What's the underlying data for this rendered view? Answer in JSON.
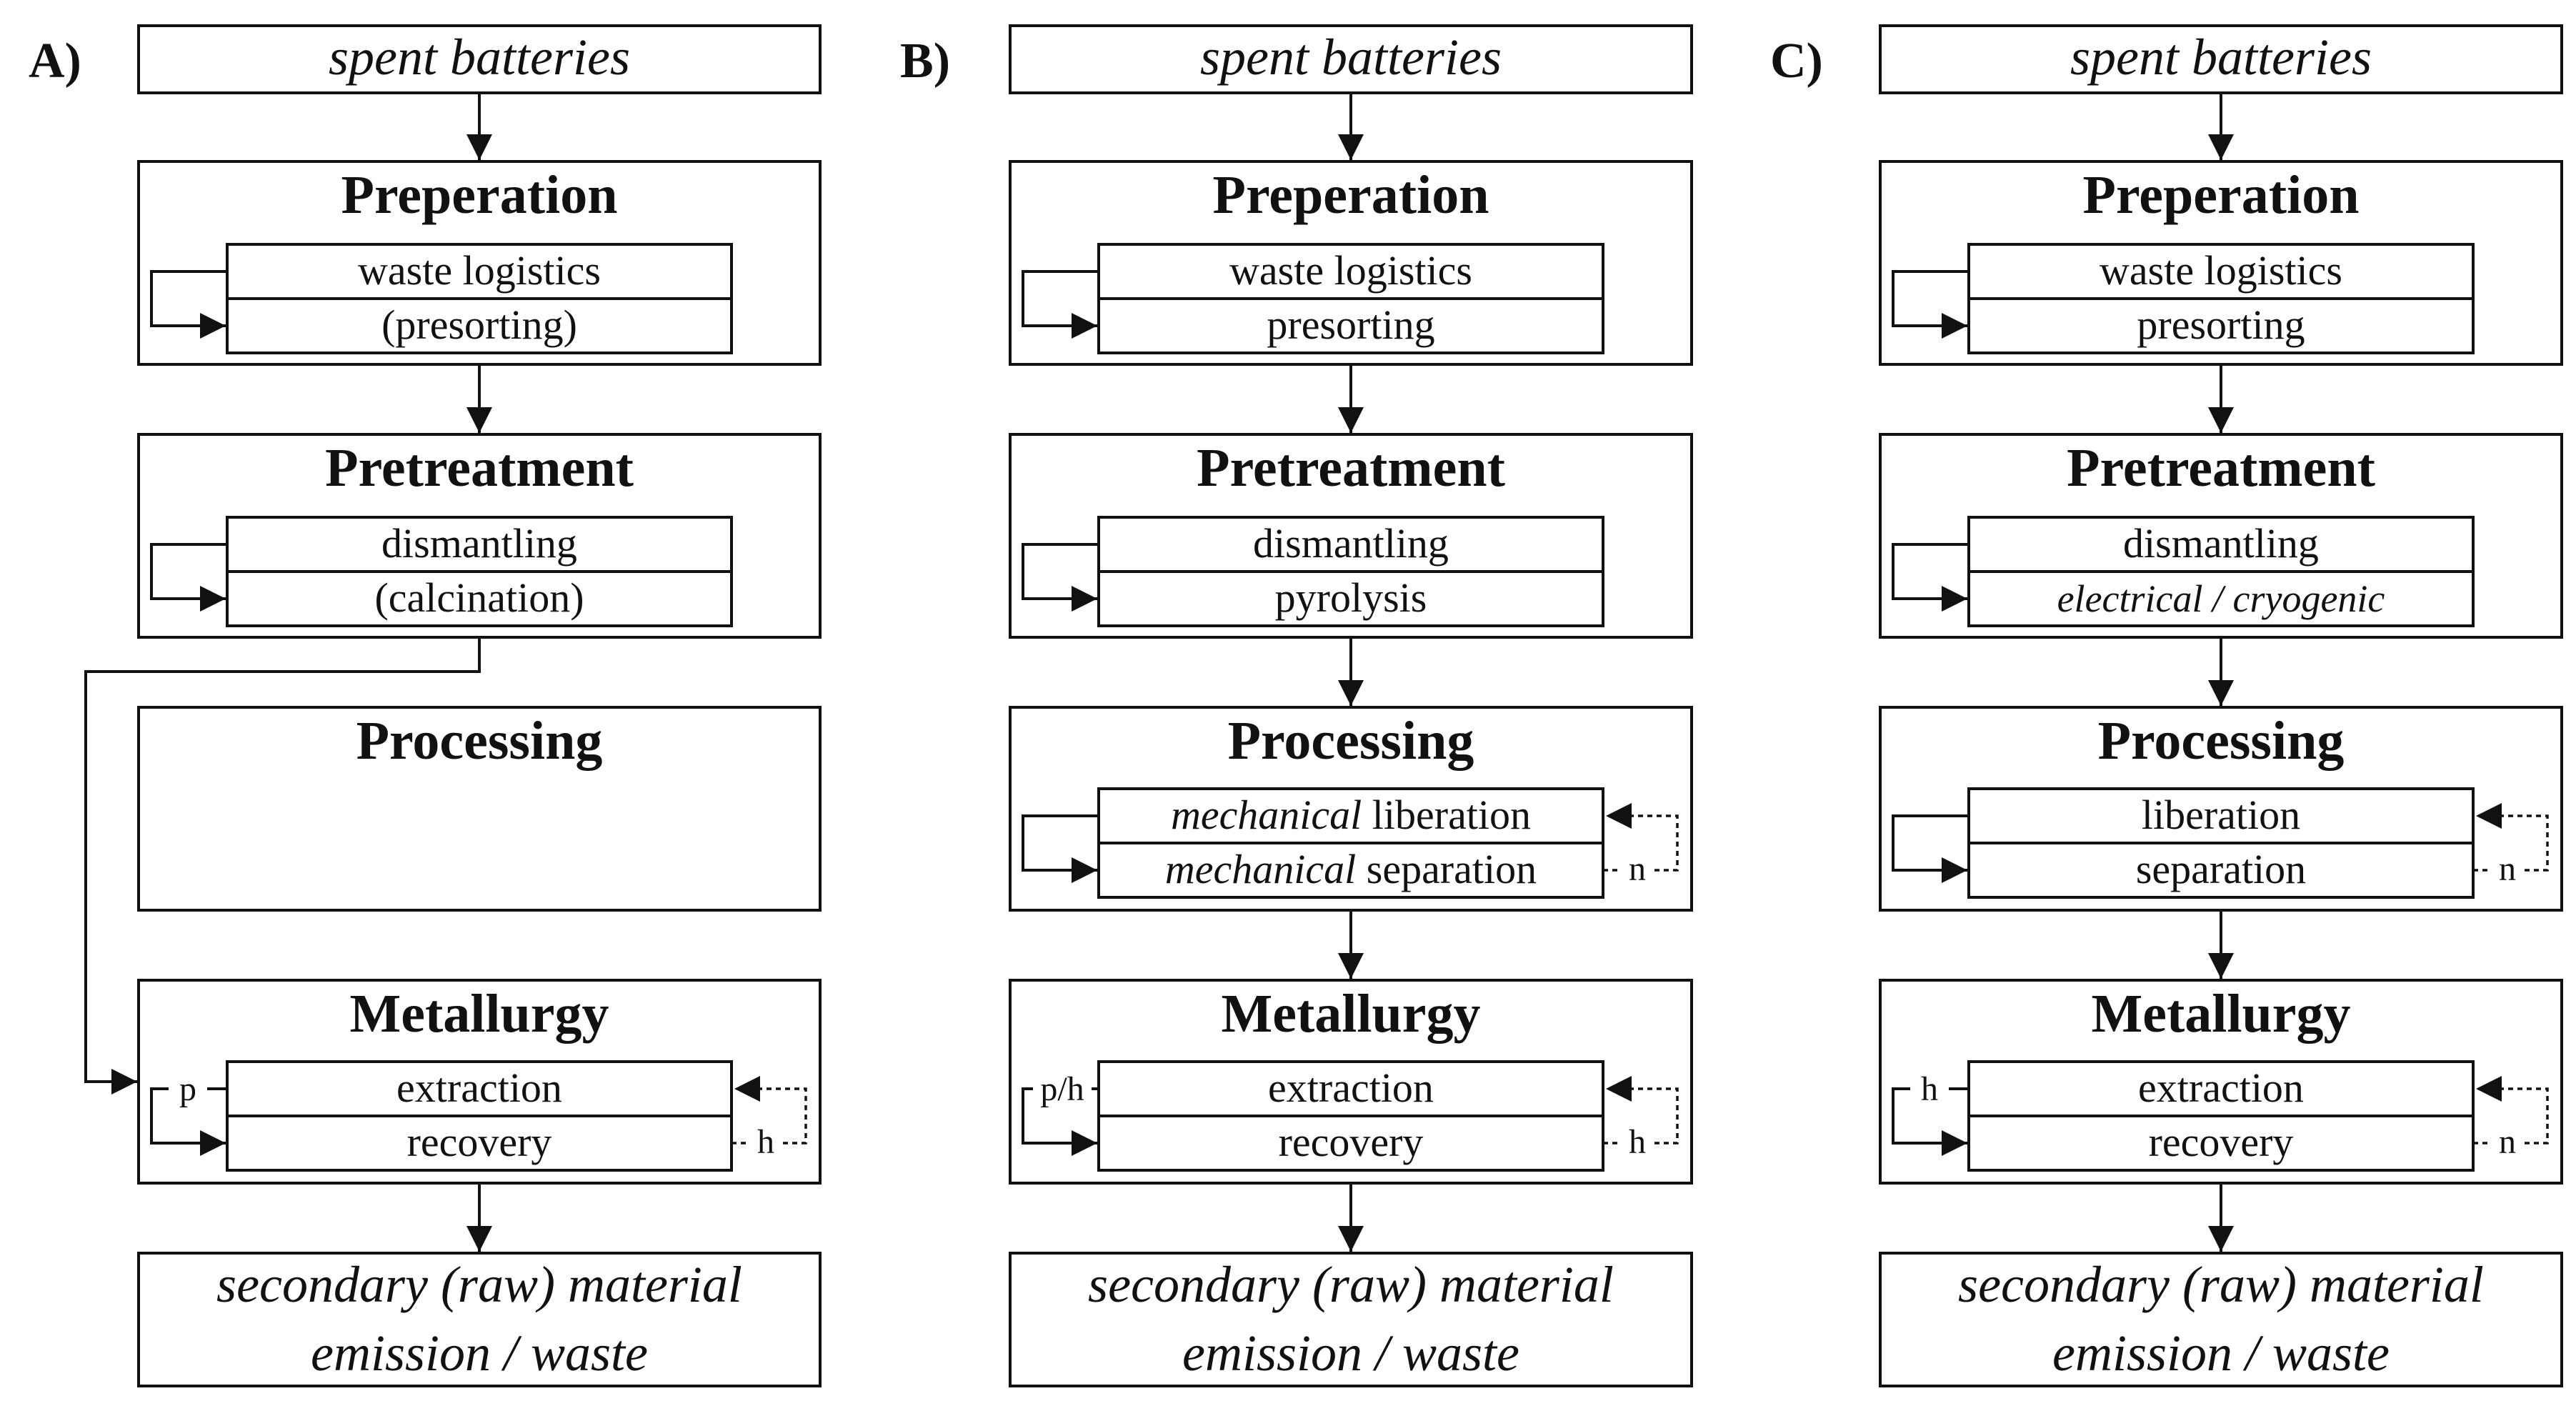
{
  "panels": [
    {
      "id": "A",
      "label": "A)",
      "input": "spent batteries",
      "preparation": {
        "title": "Preperation",
        "step1": "waste logistics",
        "step2": "(presorting)"
      },
      "pretreatment": {
        "title": "Pretreatment",
        "step1": "dismantling",
        "step2": "(calcination)"
      },
      "processing": {
        "title": "Processing"
      },
      "metallurgy": {
        "title": "Metallurgy",
        "step1": "extraction",
        "step2": "recovery",
        "loop_tag": "p",
        "return_tag": "h"
      },
      "output_line1": "secondary (raw) material",
      "output_line2": "emission / waste"
    },
    {
      "id": "B",
      "label": "B)",
      "input": "spent batteries",
      "preparation": {
        "title": "Preperation",
        "step1": "waste logistics",
        "step2": "presorting"
      },
      "pretreatment": {
        "title": "Pretreatment",
        "step1": "dismantling",
        "step2": "pyrolysis"
      },
      "processing": {
        "title": "Processing",
        "step1_italic": "mechanical",
        "step1": " liberation",
        "step2_italic": "mechanical",
        "step2": " separation",
        "return_tag": "n"
      },
      "metallurgy": {
        "title": "Metallurgy",
        "step1": "extraction",
        "step2": "recovery",
        "loop_tag": "p/h",
        "return_tag": "h"
      },
      "output_line1": "secondary (raw) material",
      "output_line2": "emission / waste"
    },
    {
      "id": "C",
      "label": "C)",
      "input": "spent batteries",
      "preparation": {
        "title": "Preperation",
        "step1": "waste logistics",
        "step2": "presorting"
      },
      "pretreatment": {
        "title": "Pretreatment",
        "step1": "dismantling",
        "step2_italic": "electrical / cryogenic"
      },
      "processing": {
        "title": "Processing",
        "step1": "liberation",
        "step2": "separation",
        "return_tag": "n"
      },
      "metallurgy": {
        "title": "Metallurgy",
        "step1": "extraction",
        "step2": "recovery",
        "loop_tag": "h",
        "return_tag": "n"
      },
      "output_line1": "secondary (raw) material",
      "output_line2": "emission / waste"
    }
  ]
}
